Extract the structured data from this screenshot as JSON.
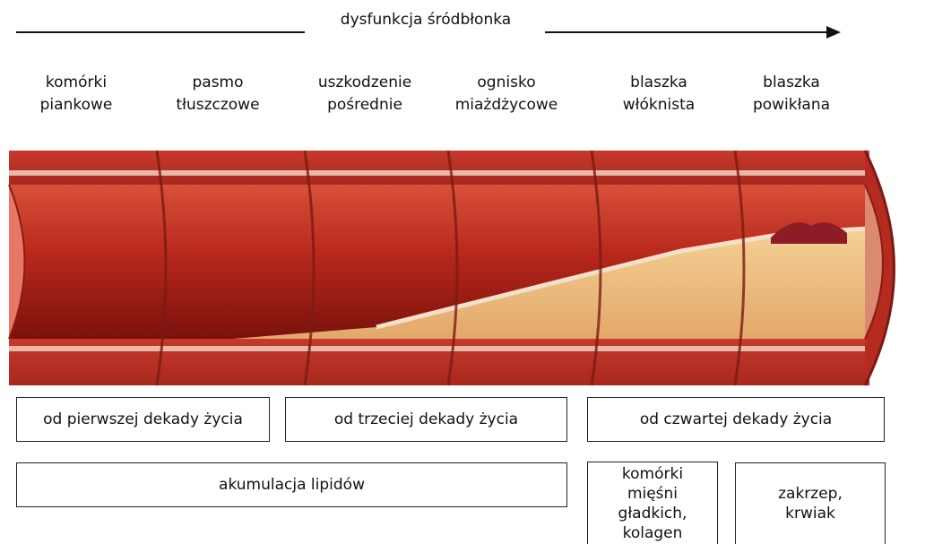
{
  "header": {
    "title": "dysfunkcja śródbłonka"
  },
  "stages": [
    {
      "line1": "komórki",
      "line2": "piankowe"
    },
    {
      "line1": "pasmo",
      "line2": "tłuszczowe"
    },
    {
      "line1": "uszkodzenie",
      "line2": "pośrednie"
    },
    {
      "line1": "ognisko",
      "line2": "miażdżycowe"
    },
    {
      "line1": "blaszka",
      "line2": "włóknista"
    },
    {
      "line1": "blaszka",
      "line2": "powikłana"
    }
  ],
  "age_boxes": {
    "first": "od pierwszej dekady życia",
    "third": "od trzeciej dekady życia",
    "fourth": "od czwartej dekady życia"
  },
  "process_boxes": {
    "lipids": "akumulacja lipidów",
    "smooth_muscle": [
      "komórki",
      "mięśni",
      "gładkich,",
      "kolagen"
    ],
    "thrombus": [
      "zakrzep,",
      "krwiak"
    ]
  },
  "colors": {
    "vessel_wall": "#c0392b",
    "lumen": "#9e1a12",
    "plaque": "#f0c078",
    "intima": "#e8b4a0"
  }
}
